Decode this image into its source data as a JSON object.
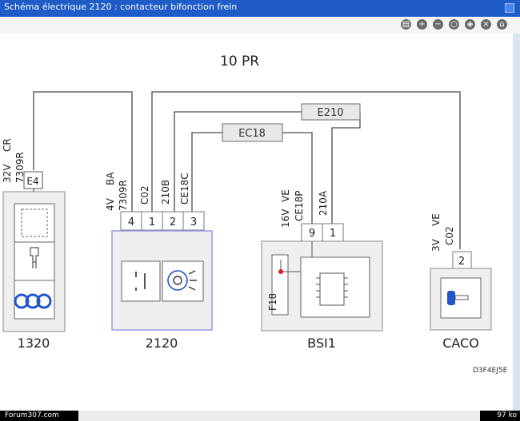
{
  "window": {
    "title": "Schéma électrique 2120 : contacteur bifonction frein"
  },
  "toolbar": {
    "icons": [
      "print-icon",
      "zoom-in-icon",
      "zoom-out-icon",
      "search-icon",
      "fit-icon",
      "close-icon",
      "home-icon"
    ]
  },
  "diagram": {
    "heading": "10 PR",
    "connectors": {
      "c1": "E210",
      "c2": "EC18"
    },
    "wires": {
      "w1320": [
        "32V",
        "CR",
        "7309R"
      ],
      "w2120_a": [
        "4V",
        "BA",
        "7309R"
      ],
      "w2120_b": "C02",
      "w2120_c": "210B",
      "w2120_d": "CE18C",
      "wbsi_a": [
        "16V",
        "VE",
        "CE18P"
      ],
      "wbsi_b": "210A",
      "wcaco": [
        "3V",
        "VE",
        "C02"
      ]
    },
    "pins": {
      "p1320": "E4",
      "p2120": [
        "4",
        "1",
        "2",
        "3"
      ],
      "pbsi": [
        "9",
        "1"
      ],
      "pcaco": "2"
    },
    "components": {
      "comp1": "1320",
      "comp2": "2120",
      "comp3": "BSI1",
      "comp4": "CACO"
    },
    "fuse_label": "F18",
    "reference": "D3F4EJ5E"
  },
  "status": {
    "left": "Forum307.com",
    "right": "97 ko"
  },
  "colors": {
    "title_bar": "#1f5cc8",
    "component_fill": "#efefef",
    "wire": "#4a4a4a",
    "highlight_box": "#9b98e0",
    "blue_symbol": "#2255cc",
    "fuse_dot": "#cc2222"
  }
}
